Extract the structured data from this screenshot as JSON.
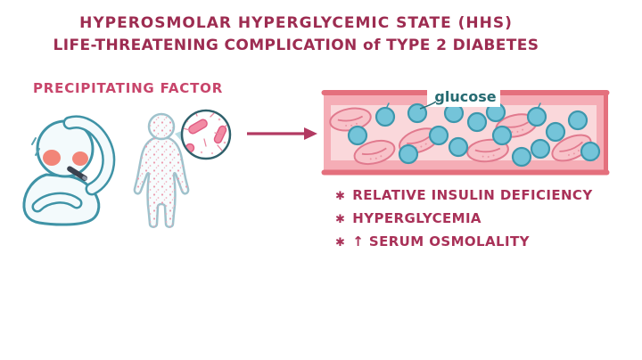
{
  "title": {
    "line1": "HYPEROSMOLAR HYPERGLYCEMIC STATE (HHS)",
    "line2": "LIFE-THREATENING COMPLICATION of TYPE 2 DIABETES"
  },
  "section": {
    "label": "PRECIPITATING FACTOR"
  },
  "vessel": {
    "label": "glucose"
  },
  "findings": {
    "bullet": "✱",
    "items": [
      "RELATIVE INSULIN DEFICIENCY",
      "HYPERGLYCEMIA",
      "↑ SERUM OSMOLALITY"
    ]
  },
  "icons": {
    "sick_person": "person-with-fever-thermometer",
    "infected_person": "person-with-rash-and-bacteria-zoom",
    "arrow": "right-arrow",
    "glucose_molecule": "blue-circle",
    "red_blood_cell": "pink-oval"
  },
  "colors": {
    "title_text": "#9D2C51",
    "section_text": "#C8456B",
    "findings_text": "#A93158",
    "arrow": "#B23A62",
    "vessel_wall_dark": "#E4707D",
    "vessel_wall_band": "#F5ADB6",
    "vessel_interior": "#FAD8DB",
    "rbc_fill": "#F8C2C9",
    "rbc_outline": "#E17A8E",
    "glucose_fill": "#74C4D9",
    "glucose_outline": "#3D97AD",
    "glucose_label_text": "#266B72",
    "character_outline_teal": "#3F93A6",
    "bacteria_pink": "#F28BA4"
  }
}
